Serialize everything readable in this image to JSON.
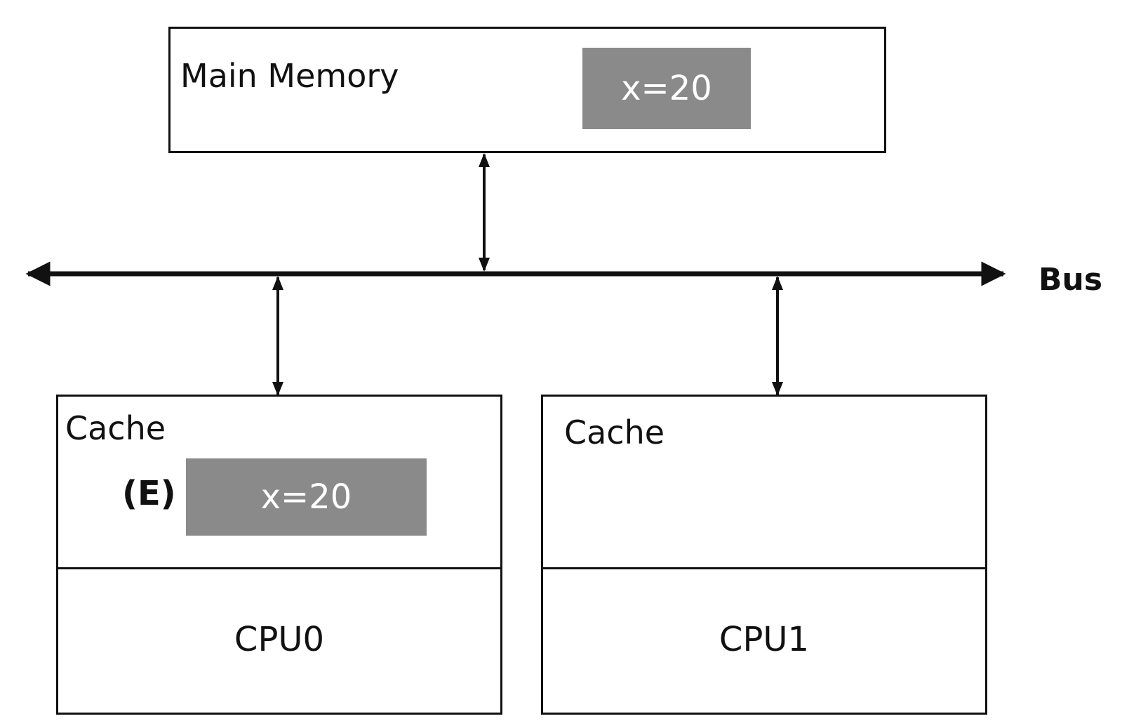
{
  "main_memory": {
    "label": "Main Memory",
    "value": "x=20"
  },
  "bus": {
    "label": "Bus"
  },
  "cpu0": {
    "cache_label": "Cache",
    "state": "(E)",
    "value": "x=20",
    "cpu_label": "CPU0"
  },
  "cpu1": {
    "cache_label": "Cache",
    "cpu_label": "CPU1"
  }
}
